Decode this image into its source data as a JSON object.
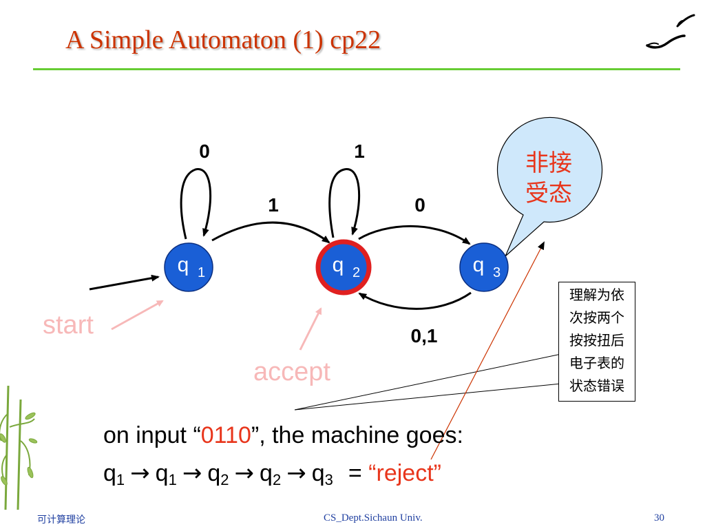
{
  "title": "A Simple Automaton (1)  cp22",
  "colors": {
    "title": "#cc3300",
    "rule": "#66cc33",
    "state_fill": "#1a5fd6",
    "accept_ring": "#e02020",
    "bubble_fill": "#cfe8fb",
    "highlight": "#e8351b",
    "footer": "#1f3fa0",
    "pink_label": "#f7b8b8"
  },
  "states": [
    {
      "id": "q1",
      "label": "q",
      "sub": "1",
      "accept": false
    },
    {
      "id": "q2",
      "label": "q",
      "sub": "2",
      "accept": true
    },
    {
      "id": "q3",
      "label": "q",
      "sub": "3",
      "accept": false
    }
  ],
  "transitions": [
    {
      "from": "q1",
      "to": "q1",
      "label": "0"
    },
    {
      "from": "q2",
      "to": "q2",
      "label": "1"
    },
    {
      "from": "q1",
      "to": "q2",
      "label": "1"
    },
    {
      "from": "q2",
      "to": "q3",
      "label": "0"
    },
    {
      "from": "q3",
      "to": "q2",
      "label": "0,1"
    }
  ],
  "annotations": {
    "start": "start",
    "accept": "accept"
  },
  "bubble": {
    "line1": "非接",
    "line2": "受态"
  },
  "note": {
    "lines": [
      "理解为依",
      "次按两个",
      "按按扭后",
      "电子表的",
      "状态错误"
    ]
  },
  "bottom": {
    "input_prefix": "on input “",
    "input_value": "0110",
    "input_suffix": "”, the machine goes:",
    "path": [
      {
        "q": "q",
        "sub": "1"
      },
      {
        "q": "q",
        "sub": "1"
      },
      {
        "q": "q",
        "sub": "2"
      },
      {
        "q": "q",
        "sub": "2"
      },
      {
        "q": "q",
        "sub": "3"
      }
    ],
    "arrow": "→",
    "equals": "=",
    "result": "“reject”"
  },
  "footer": {
    "left": "可计算理论",
    "center": "CS_Dept.Sichaun Univ.",
    "right": "30"
  }
}
